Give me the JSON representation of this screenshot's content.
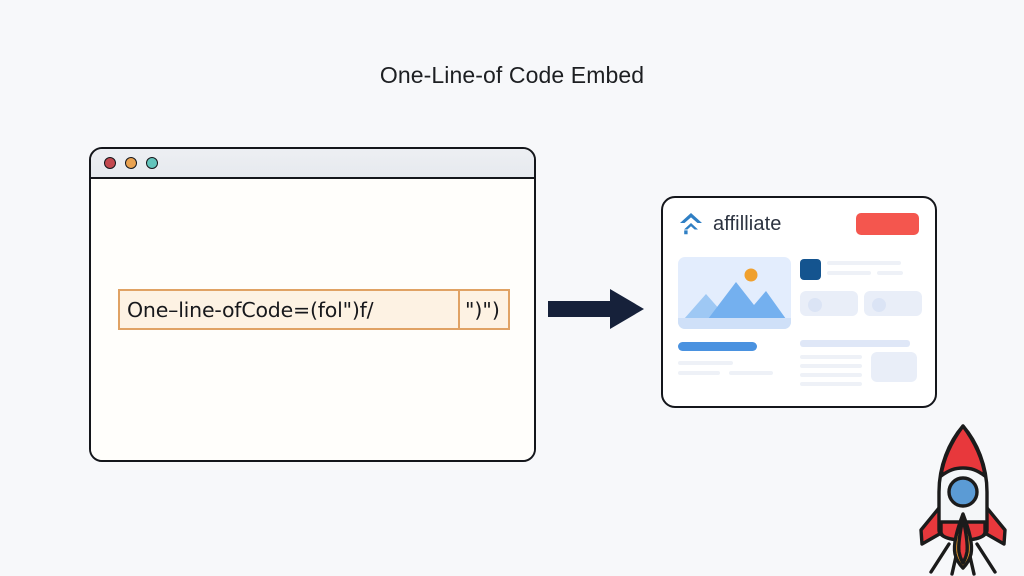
{
  "page": {
    "title": "One-Line-of Code Embed",
    "background_color": "#f7f8fa"
  },
  "browser_window": {
    "traffic_lights": [
      {
        "name": "close-dot",
        "color": "#c2484f"
      },
      {
        "name": "minimize-dot",
        "color": "#e9a251"
      },
      {
        "name": "maximize-dot",
        "color": "#62c4bc"
      }
    ],
    "code_snippet": {
      "main": "One–line-ofCode=(fol\")f/",
      "tail": "\")\")",
      "border_color": "#e0a264",
      "fill_color": "#fdf2e3"
    }
  },
  "arrow": {
    "direction": "right",
    "color": "#16213a"
  },
  "affiliate_card": {
    "brand_name": "affilliate",
    "logo_icon": "double-chevron-up-icon",
    "logo_color": "#2f7fc4",
    "cta_button_color": "#f4564e",
    "media_thumbnail": {
      "icon": "mountain-image-placeholder-icon",
      "background": "#e3edfd",
      "sun_color": "#f0a02e",
      "mountain_colors": [
        "#9ec8f4",
        "#74b0ef"
      ]
    },
    "avatar_chip_color": "#14548f",
    "progress_bar_color": "#4a92e0",
    "placeholder_line_color": "#eaeef6",
    "soft_box_color": "#e9eef8"
  },
  "rocket": {
    "icon": "rocket-icon",
    "nose_color": "#e8383c",
    "body_color": "#f4f6f8",
    "window_color": "#5b9bd5",
    "fin_color": "#e8383c",
    "flame_colors": [
      "#f0a02e",
      "#e8383c"
    ],
    "outline_color": "#1b1b1b"
  }
}
